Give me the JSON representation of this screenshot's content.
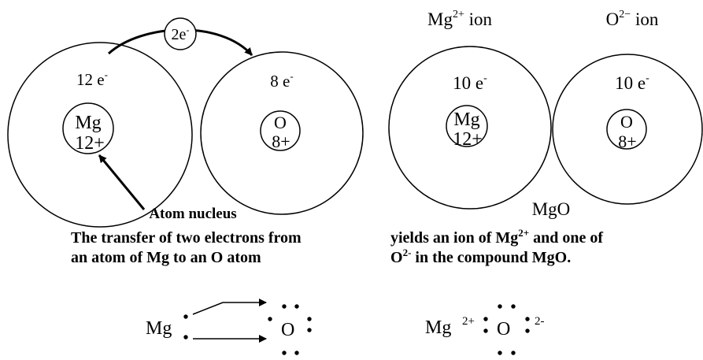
{
  "transfer": {
    "bubble": {
      "base": "2e",
      "sup": "-"
    },
    "mg_atom": {
      "electrons": {
        "base": "12 e",
        "sup": "-"
      },
      "nucleus_symbol": "Mg",
      "nucleus_charge": "12+"
    },
    "o_atom": {
      "electrons": {
        "base": "8 e",
        "sup": "-"
      },
      "nucleus_symbol": "O",
      "nucleus_charge": "8+"
    },
    "nucleus_label": "Atom nucleus",
    "caption_line1": "The transfer of two electrons from",
    "caption_line2": "an atom of Mg to an O atom"
  },
  "ions": {
    "mg_title": {
      "base": "Mg",
      "sup": "2+",
      "tail": " ion"
    },
    "o_title": {
      "base": "O",
      "sup": "2−",
      "tail": " ion"
    },
    "mg_ion": {
      "electrons": {
        "base": "10 e",
        "sup": "-"
      },
      "nucleus_symbol": "Mg",
      "nucleus_charge": "12+"
    },
    "o_ion": {
      "electrons": {
        "base": "10 e",
        "sup": "-"
      },
      "nucleus_symbol": "O",
      "nucleus_charge": "8+"
    },
    "compound_label": "MgO",
    "caption_line1": "yields an ion of Mg",
    "caption_line1_sup": "2+",
    "caption_line1_tail": " and one of",
    "caption_line2": "O",
    "caption_line2_sup": "2-",
    "caption_line2_tail": " in the compound MgO."
  },
  "lewis": {
    "left_mg": "Mg",
    "left_o": "O",
    "right_mg": "Mg",
    "right_mg_charge": "2+",
    "right_o": "O",
    "right_o_charge": "2-"
  }
}
